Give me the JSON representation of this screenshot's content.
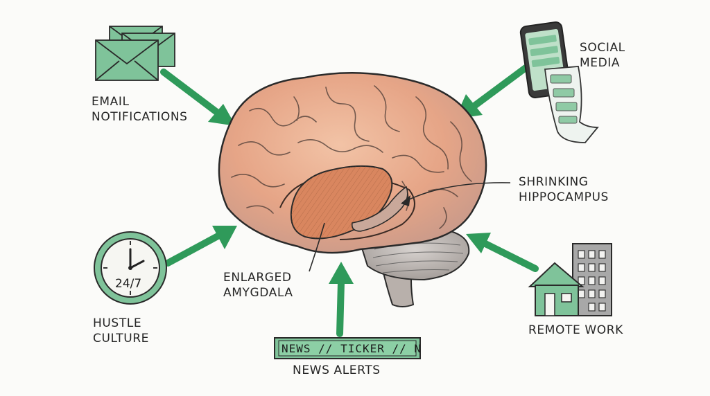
{
  "labels": {
    "email": [
      "EMAIL",
      "NOTIFICATIONS"
    ],
    "social": [
      "SOCIAL",
      "MEDIA"
    ],
    "hippocampus": [
      "SHRINKING",
      "HIPPOCAMPUS"
    ],
    "amygdala": [
      "ENLARGED",
      "AMYGDALA"
    ],
    "hustle": [
      "HUSTLE",
      "CULTURE"
    ],
    "news": "NEWS ALERTS",
    "remote": "REMOTE WORK"
  },
  "clock_text": "24/7",
  "ticker_text": "NEWS // TICKER // N",
  "colors": {
    "arrow": "#2f9a5a",
    "icon_fill": "#7fc39a",
    "brain": "#e8a88a",
    "amygdala": "#d9865f",
    "ink": "#2a2a2a"
  },
  "icons": [
    "envelope-stack-icon",
    "smartphone-icon",
    "clock-icon",
    "house-icon",
    "office-building-icon",
    "news-ticker-icon"
  ]
}
